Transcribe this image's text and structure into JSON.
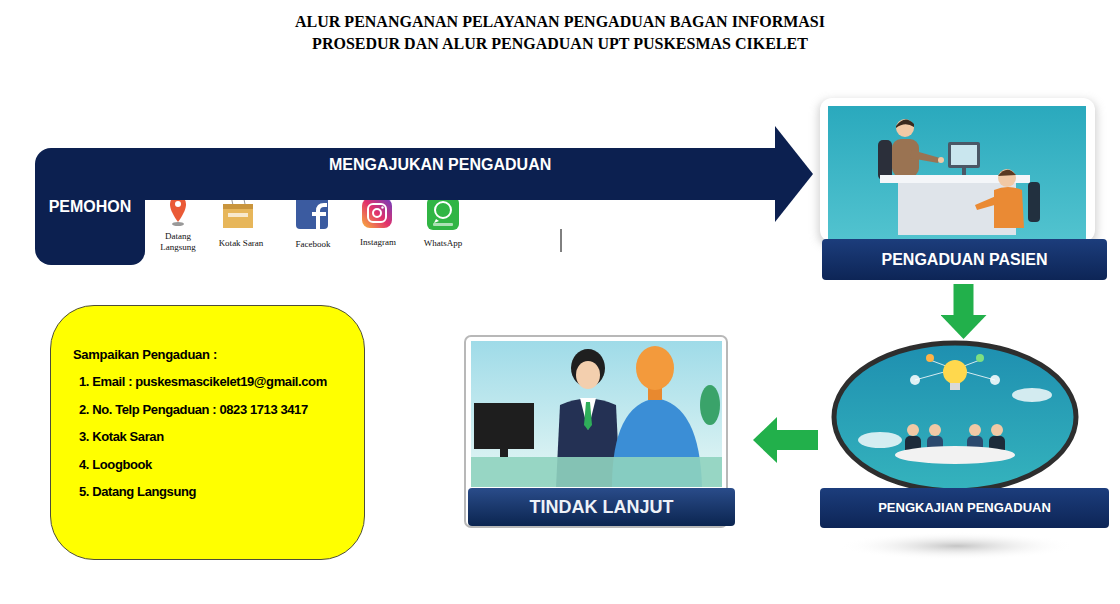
{
  "diagram": {
    "title": "ALUR PENANGANAN PELAYANAN PENGADUAN BAGAN INFORMASI PROSEDUR DAN ALUR PENGADUAN UPT PUSKESMAS CIKELET",
    "nodes": [
      {
        "text": [
          "PEMOHON"
        ]
      },
      {
        "text": [
          "PENGADUAN PASIEN"
        ]
      },
      {
        "text": [
          "PENGKAJIAN PENGADUAN"
        ]
      },
      {
        "text": [
          "TINDAK LANJUT"
        ]
      },
      {
        "text": [
          "Sampaikan Pengaduan :",
          "1. Email : puskesmascikelet19@gmail.com",
          "2. No. Telp Pengaduan : 0823 1713 3417",
          "3. Kotak Saran",
          "4. Loogbook",
          "5. Datang Langsung"
        ]
      }
    ],
    "edges": [
      {
        "from": 0,
        "to": 1,
        "arrow": "to",
        "label": "MENGAJUKAN PENGADUAN"
      },
      {
        "from": 1,
        "to": 2,
        "arrow": "to"
      },
      {
        "from": 2,
        "to": 3,
        "arrow": "to"
      }
    ],
    "labels": [
      "Datang Langsung",
      "Kotak Saran",
      "Facebook",
      "Instagram",
      "WhatsApp"
    ]
  }
}
